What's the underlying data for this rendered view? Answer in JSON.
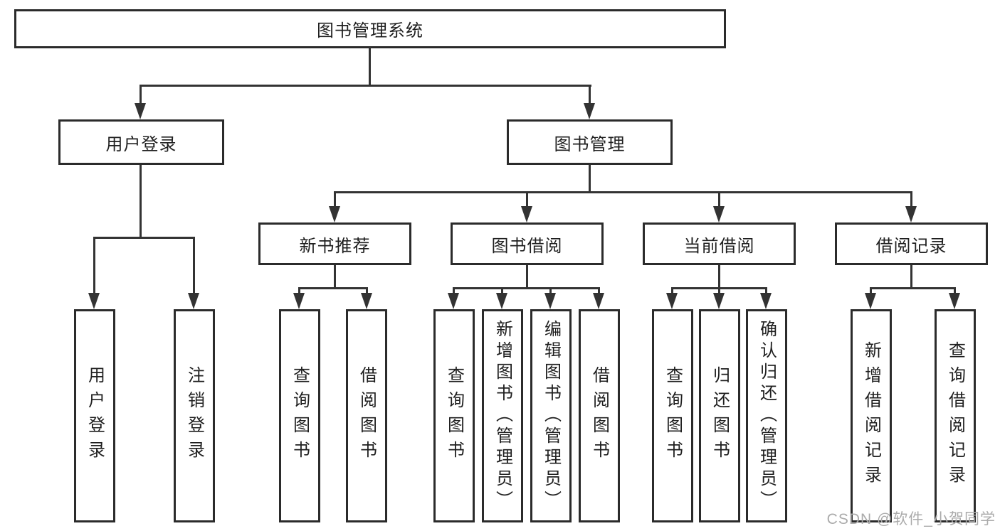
{
  "diagram": {
    "title": "图书管理系统",
    "level2": {
      "user_login": "用户登录",
      "book_mgmt": "图书管理"
    },
    "level3": {
      "new_book_rec": "新书推荐",
      "book_borrow": "图书借阅",
      "current_borrow": "当前借阅",
      "borrow_record": "借阅记录"
    },
    "leaves": {
      "ul_1": "用户登录",
      "ul_2": "注销登录",
      "nb_1": "查询图书",
      "nb_2": "借阅图书",
      "bb_1": "查询图书",
      "bb_2": "新增图书（管理员）",
      "bb_3": "编辑图书（管理员）",
      "bb_4": "借阅图书",
      "cb_1": "查询图书",
      "cb_2": "归还图书",
      "cb_3": "确认归还（管理员）",
      "br_1": "新增借阅记录",
      "br_2": "查询借阅记录"
    },
    "watermark": "CSDN @软件_小贺同学",
    "colors": {
      "line": "#333333",
      "border": "#2b2b2b",
      "text": "#1f1f1f",
      "watermark": "#ababab",
      "background": "#ffffff"
    }
  }
}
